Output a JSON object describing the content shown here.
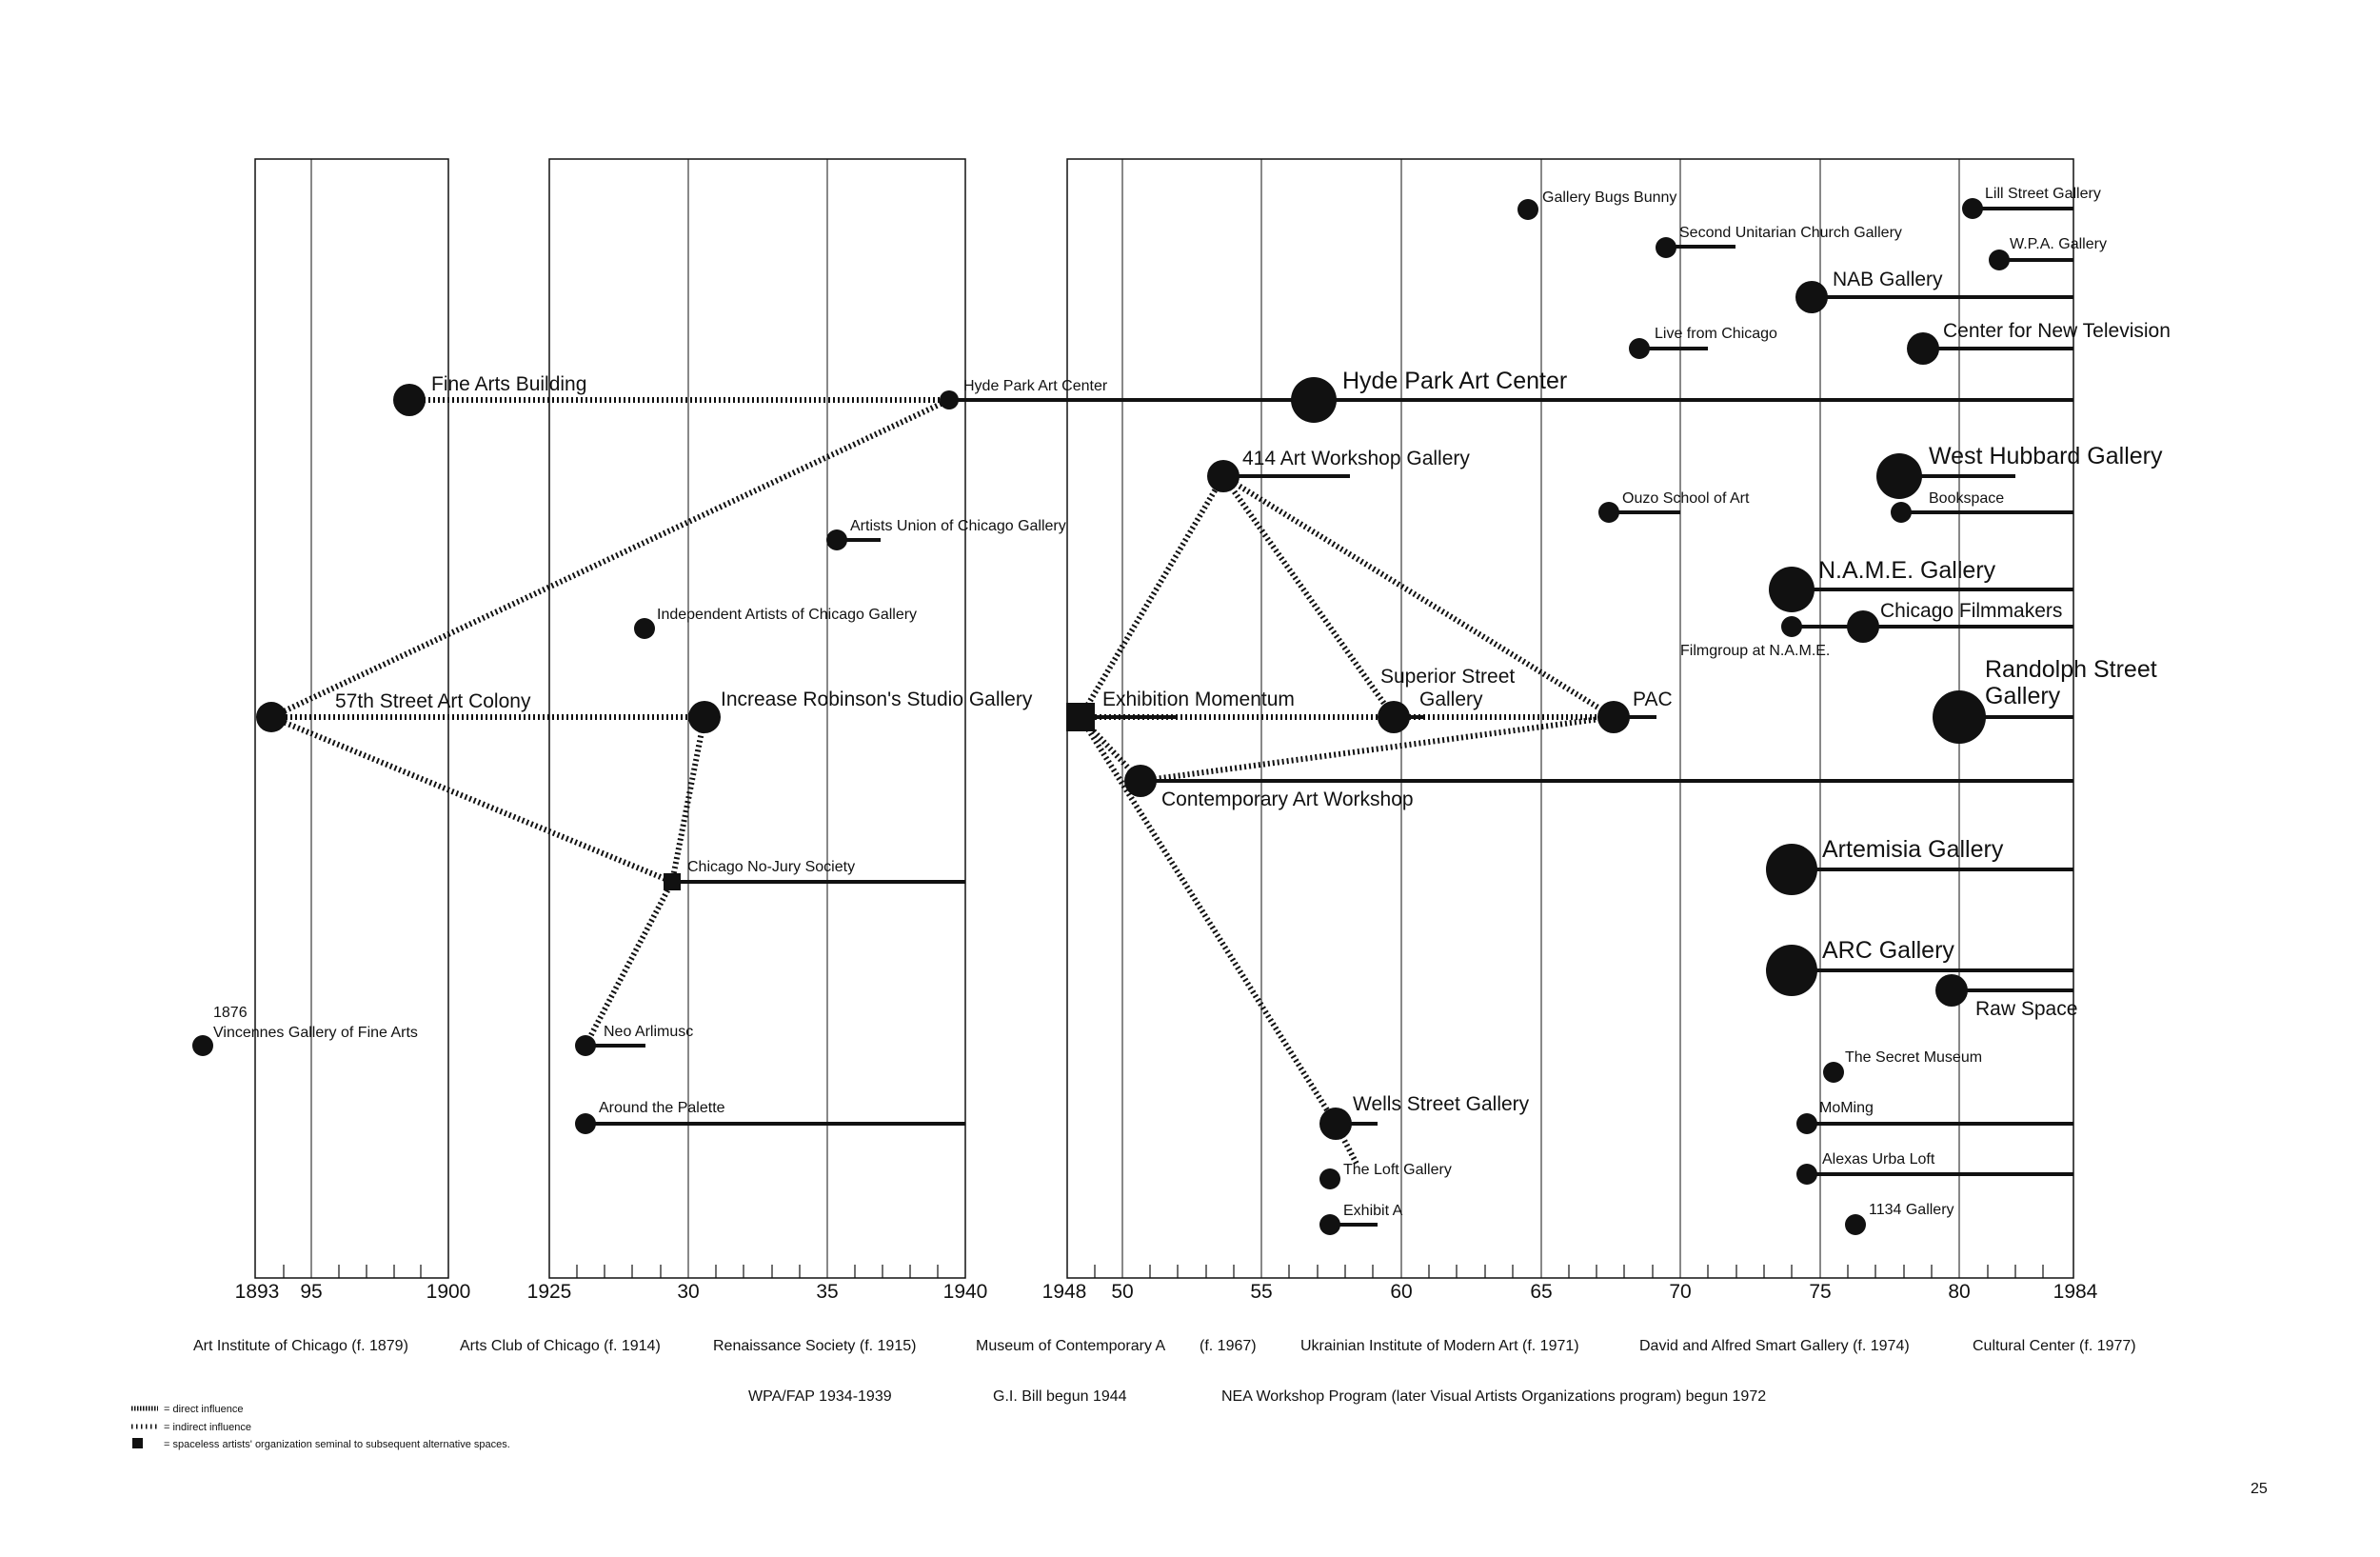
{
  "page_number": "25",
  "axis": {
    "tick_labels": [
      "1893",
      "95",
      "1900",
      "1925",
      "30",
      "35",
      "1940",
      "1948",
      "50",
      "55",
      "60",
      "65",
      "70",
      "75",
      "80",
      "1984"
    ]
  },
  "institutions": [
    "Art Institute of Chicago (f. 1879)",
    "Arts Club of Chicago (f. 1914)",
    "Renaissance Society (f. 1915)",
    "Museum of Contemporary A",
    "(f. 1967)",
    "Ukrainian Institute of Modern Art (f. 1971)",
    "David and Alfred Smart Gallery (f. 1974)",
    "Cultural Center (f. 1977)"
  ],
  "programs": [
    "WPA/FAP 1934-1939",
    "G.I. Bill begun 1944",
    "NEA Workshop Program (later Visual Artists Organizations program) begun 1972"
  ],
  "legend": {
    "direct": "= direct influence",
    "indirect": "= indirect influence",
    "spaceless": "= spaceless artists' organization seminal to subsequent alternative spaces."
  },
  "nodes": {
    "fine_arts_building": "Fine Arts Building",
    "hyde_park_small": "Hyde Park Art Center",
    "hyde_park_big": "Hyde Park Art Center",
    "artists_union": "Artists Union of Chicago Gallery",
    "independent_artists": "Independent Artists of Chicago Gallery",
    "street_57": "57th Street Art Colony",
    "increase_robinson": "Increase Robinson's Studio Gallery",
    "no_jury": "Chicago No-Jury Society",
    "vincennes_year": "1876",
    "vincennes": "Vincennes Gallery of Fine Arts",
    "neo_arlimusc": "Neo Arlimusc",
    "around_palette": "Around the Palette",
    "exhibition_momentum": "Exhibition Momentum",
    "workshop_414": "414  Art Workshop Gallery",
    "superior_street_1": "Superior Street",
    "superior_street_2": "Gallery",
    "pac": "PAC",
    "contemporary_workshop": "Contemporary  Art Workshop",
    "wells_street": "Wells Street Gallery",
    "loft": "The Loft Gallery",
    "exhibit_a": "Exhibit A",
    "gallery_bugs_bunny": "Gallery Bugs Bunny",
    "second_unitarian": "Second Unitarian Church Gallery",
    "live_from_chicago": "Live from Chicago",
    "ouzo": "Ouzo School of Art",
    "lill_street": "Lill Street Gallery",
    "wpa_gallery": "W.P.A. Gallery",
    "nab": "NAB Gallery",
    "center_new_tv": "Center for New Television",
    "west_hubbard": "West Hubbard Gallery",
    "bookspace": "Bookspace",
    "name_gallery": "N.A.M.E. Gallery",
    "chicago_filmmakers": "Chicago Filmmakers",
    "filmgroup": "Filmgroup at N.A.M.E.",
    "randolph_1": "Randolph Street",
    "randolph_2": "Gallery",
    "artemisia": "Artemisia Gallery",
    "arc": "ARC Gallery",
    "raw_space": "Raw Space",
    "secret_museum": "The Secret Museum",
    "moming": "MoMing",
    "alexas_urba": "Alexas Urba Loft",
    "gallery_1134": "1134 Gallery"
  }
}
